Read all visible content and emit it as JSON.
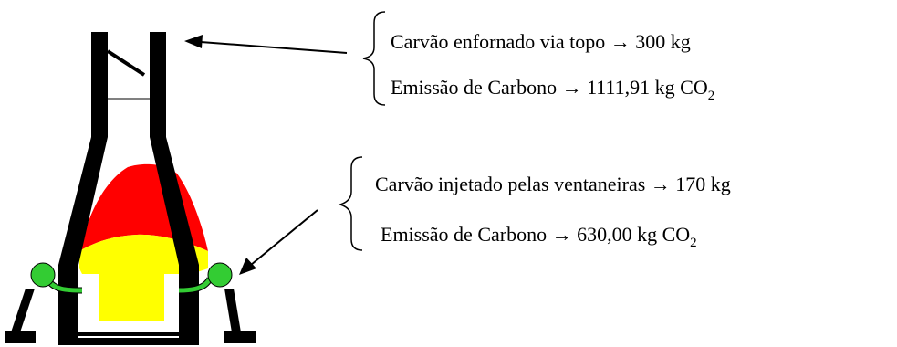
{
  "top_annotation": {
    "line1": {
      "text": "Carvão enfornado via topo",
      "arrow": "→",
      "value": "300 kg"
    },
    "line2": {
      "text": "Emissão de Carbono",
      "arrow": "→",
      "value": "1111,91 kg CO",
      "subscript": "2"
    }
  },
  "bottom_annotation": {
    "line1": {
      "text": "Carvão injetado pelas ventaneiras",
      "arrow": "→",
      "value": "170 kg"
    },
    "line2": {
      "text": "Emissão de Carbono",
      "arrow": "→",
      "value": "630,00 kg CO",
      "subscript": "2"
    }
  },
  "colors": {
    "furnace_wall": "#000000",
    "cohesive_zone": "#ff0000",
    "melt_zone": "#ffff00",
    "tuyere": "#33cc33"
  }
}
